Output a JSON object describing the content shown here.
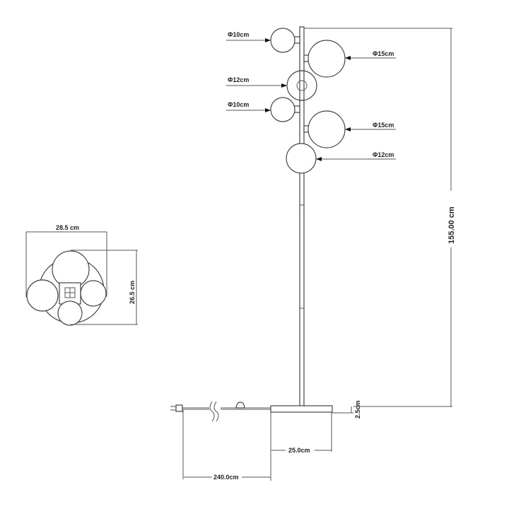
{
  "side_view": {
    "globes": [
      {
        "label": "Φ10cm",
        "side": "left"
      },
      {
        "label": "Φ15cm",
        "side": "right"
      },
      {
        "label": "Φ12cm",
        "side": "left"
      },
      {
        "label": "Φ10cm",
        "side": "left"
      },
      {
        "label": "Φ15cm",
        "side": "right"
      },
      {
        "label": "Φ12cm",
        "side": "right"
      }
    ],
    "height_label": "155.00 cm",
    "base_thickness_label": "2.5cm",
    "base_width_label": "25.0cm",
    "cord_length_label": "240.0cm"
  },
  "top_view": {
    "width_label": "28.5 cm",
    "depth_label": "26.5 cm"
  }
}
